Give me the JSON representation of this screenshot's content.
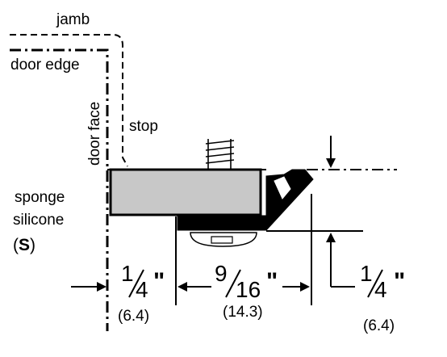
{
  "labels": {
    "jamb": "jamb",
    "door_edge": "door edge",
    "door_face": "door face",
    "stop": "stop",
    "sponge": "sponge",
    "silicone": "silicone",
    "code_open": "(",
    "code_letter": "S",
    "code_close": ")"
  },
  "dimensions": {
    "left": {
      "numerator": "1",
      "denominator": "4",
      "unit": "\"",
      "metric": "(6.4)"
    },
    "middle": {
      "numerator": "9",
      "denominator": "16",
      "unit": "\"",
      "metric": "(14.3)"
    },
    "right": {
      "numerator": "1",
      "denominator": "4",
      "unit": "\"",
      "metric": "(6.4)"
    }
  },
  "colors": {
    "line": "#000000",
    "sponge_fill": "#c8c8c8",
    "seal_fill": "#000000",
    "screw_fill": "#ffffff"
  }
}
